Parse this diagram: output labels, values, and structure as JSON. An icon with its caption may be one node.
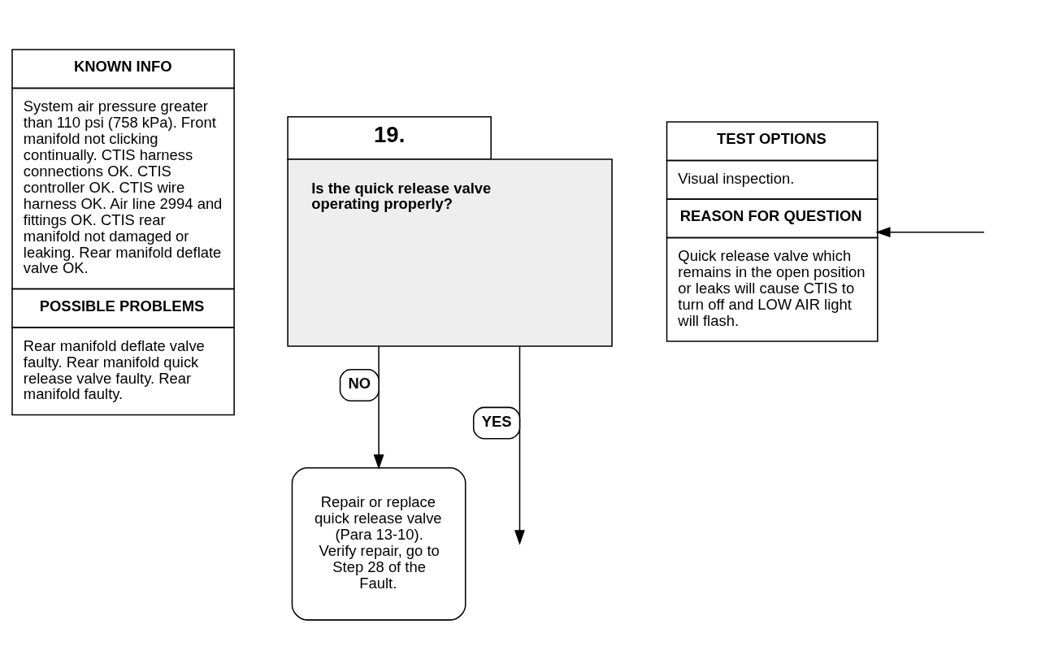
{
  "diagram": {
    "nodes": [
      {
        "text": [
          "KNOWN INFO",
          "System air pressure greater than 110 psi (758 kPa). Front manifold not clicking continually. CTIS harness connections OK. CTIS controller OK. CTIS wire harness OK. Air line 2994 and fittings OK. CTIS rear manifold not damaged or leaking. Rear manifold deflate valve OK.",
          "POSSIBLE PROBLEMS",
          "Rear manifold deflate valve faulty. Rear manifold quick release valve faulty. Rear manifold faulty."
        ]
      },
      {
        "text": [
          "19.",
          "Is the quick release valve operating properly?"
        ]
      },
      {
        "text": [
          "TEST OPTIONS",
          "Visual inspection.",
          "REASON FOR QUESTION",
          "Quick release valve which remains in the open position or leaks will cause CTIS to turn off and LOW AIR light will flash."
        ]
      },
      {
        "text": [
          "Repair or replace quick release valve (Para 13-10).  Verify repair, go to Step 28 of the Fault."
        ]
      }
    ],
    "edges": [
      {
        "from": 1,
        "to": 3,
        "arrow": "to",
        "label": "NO"
      },
      {
        "from": 1,
        "to": null,
        "arrow": "to",
        "label": "YES"
      },
      {
        "from": null,
        "to": 2,
        "arrow": "to"
      }
    ]
  }
}
